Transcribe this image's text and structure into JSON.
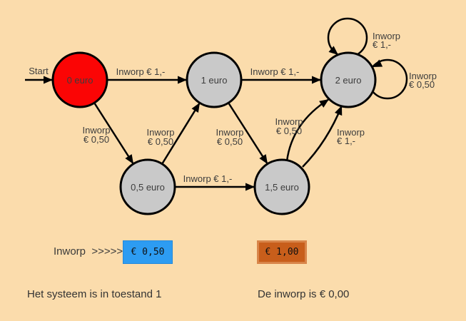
{
  "colors": {
    "background": "#FBDCAC",
    "state_fill": "#C9C9C9",
    "active_state_fill": "#FB0505",
    "stroke": "#000000",
    "label_text": "#3D3D3D",
    "coin_050_bg": "#2D9CF2",
    "coin_100_bg": "#C85E1B"
  },
  "diagram": {
    "start_label": "Start",
    "states": [
      {
        "label": "0 euro",
        "active": true
      },
      {
        "label": "1 euro",
        "active": false
      },
      {
        "label": "2 euro",
        "active": false
      },
      {
        "label": "0,5 euro",
        "active": false
      },
      {
        "label": "1,5 euro",
        "active": false
      }
    ],
    "edges": {
      "e0_1": {
        "label": "Inworp € 1,-"
      },
      "e1_2": {
        "label": "Inworp € 1,-"
      },
      "e0_05": {
        "line1": "Inworp",
        "line2": "€ 0,50"
      },
      "e05_1": {
        "line1": "Inworp",
        "line2": "€ 0,50"
      },
      "e1_15": {
        "line1": "Inworp",
        "line2": "€ 0,50"
      },
      "e05_15": {
        "label": "Inworp € 1,-"
      },
      "e15_2_half": {
        "line1": "Inworp",
        "line2": "€ 0,50"
      },
      "e15_2_one": {
        "line1": "Inworp",
        "line2": "€ 1,-"
      },
      "loop_2_one": {
        "line1": "Inworp",
        "line2": "€ 1,-"
      },
      "loop_2_half": {
        "line1": "Inworp",
        "line2": "€ 0,50"
      }
    }
  },
  "controls": {
    "inworp_label": "Inworp  >>>>>",
    "coin_050_label": "€ 0,50",
    "coin_100_label": "€ 1,00"
  },
  "status": {
    "system_state": "Het systeem is in toestand 1",
    "inworp_amount": "De inworp is € 0,00"
  }
}
